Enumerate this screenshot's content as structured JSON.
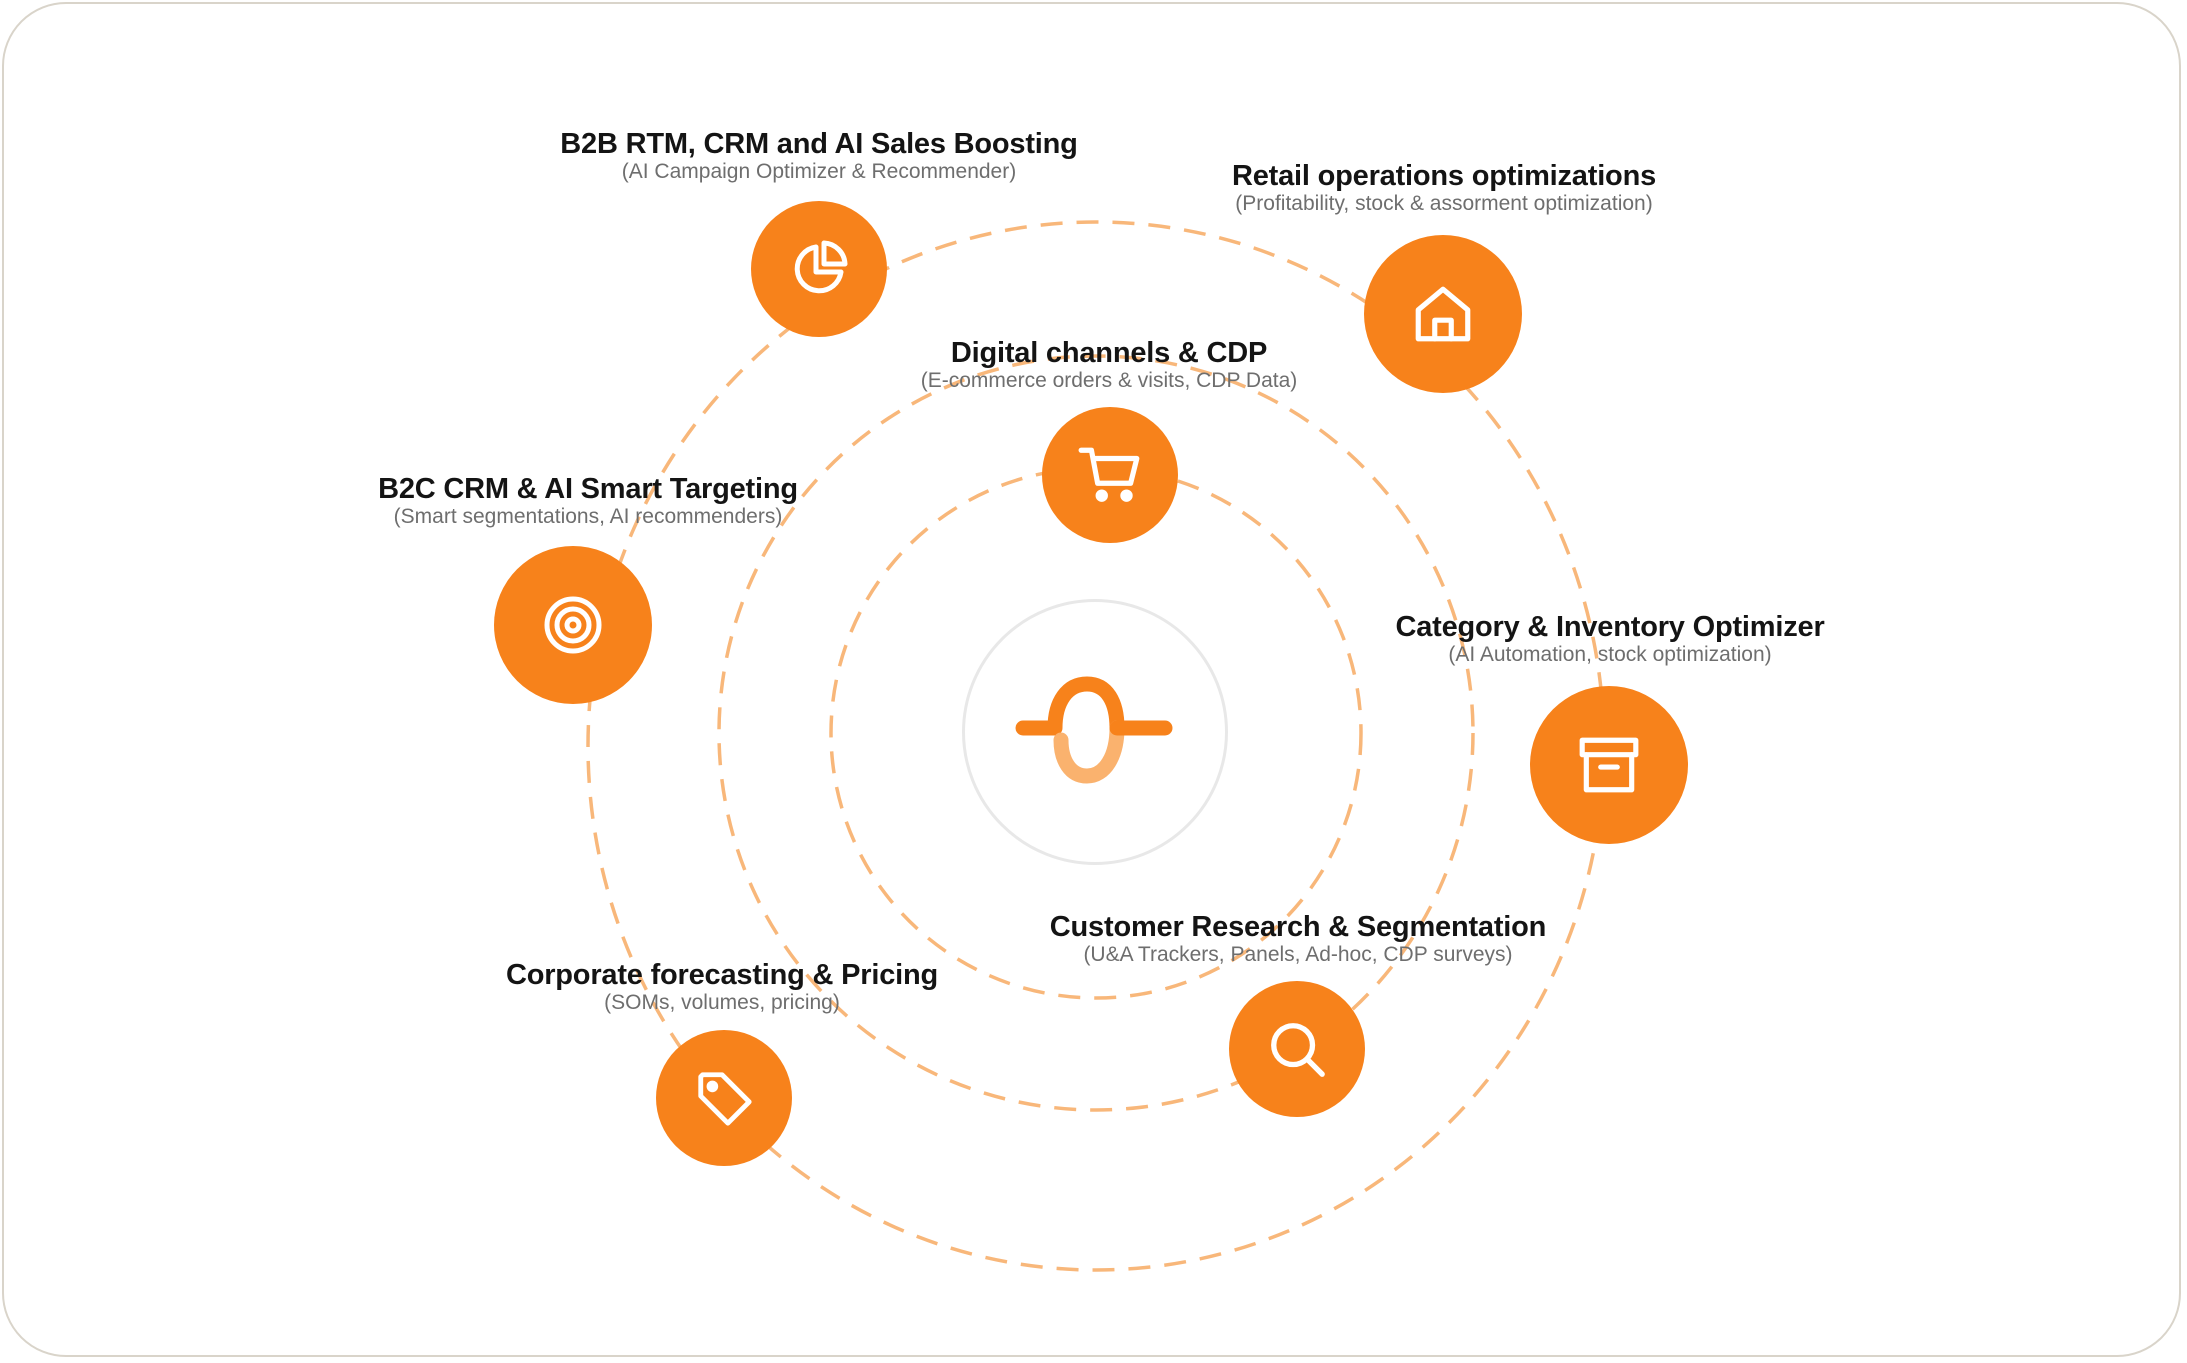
{
  "colors": {
    "accent": "#f7821b",
    "ring": "#f8b77a",
    "title": "#141414",
    "subtitle": "#6e6e6e"
  },
  "center": {
    "icon": "brand-logo-icon"
  },
  "items": [
    {
      "key": "b2b",
      "title": "B2B RTM, CRM and AI Sales Boosting",
      "subtitle": "(AI Campaign Optimizer & Recommender)",
      "icon": "pie-chart-icon"
    },
    {
      "key": "retail",
      "title": "Retail operations optimizations",
      "subtitle": "(Profitability, stock & assorment optimization)",
      "icon": "home-icon"
    },
    {
      "key": "digital",
      "title": "Digital channels & CDP",
      "subtitle": "(E-commerce orders & visits, CDP Data)",
      "icon": "shopping-cart-icon"
    },
    {
      "key": "b2c",
      "title": "B2C CRM & AI Smart Targeting",
      "subtitle": "(Smart segmentations, AI recommenders)",
      "icon": "target-icon"
    },
    {
      "key": "category",
      "title": "Category & Inventory Optimizer",
      "subtitle": "(AI Automation, stock optimization)",
      "icon": "archive-box-icon"
    },
    {
      "key": "research",
      "title": "Customer Research & Segmentation",
      "subtitle": "(U&A Trackers, Panels, Ad-hoc, CDP surveys)",
      "icon": "search-icon"
    },
    {
      "key": "pricing",
      "title": "Corporate forecasting & Pricing",
      "subtitle": "(SOMs, volumes, pricing)",
      "icon": "price-tag-icon"
    }
  ]
}
